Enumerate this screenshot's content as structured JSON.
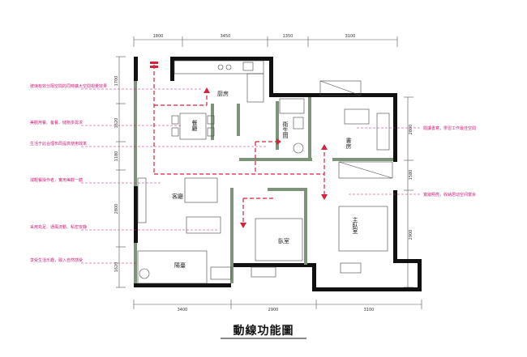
{
  "title": "動線功能圖",
  "dimensions": {
    "top": [
      "1800",
      "3450",
      "1350",
      "3100"
    ],
    "bottom": [
      "3400",
      "2900",
      "3100"
    ],
    "left": [
      "1700",
      "1620",
      "1180",
      "2800",
      "1620"
    ],
    "right": [
      "2800",
      "1580",
      "2900"
    ]
  },
  "rooms": {
    "kitchen": "厨房",
    "dining": "餐廳",
    "bathroom": "衛生間",
    "study": "書房",
    "living": "客廳",
    "master_bedroom": "主臥室",
    "bedroom": "臥室",
    "balcony": "陽臺"
  },
  "notes_left": [
    "玻璃有效分隔空間的同時擴大空間視覺效果",
    "美觀用餐、备餐、储物多需求",
    "生活于此合理布局提高使用效率",
    "減輕餐操作者，實用美觀一體",
    "采用充足、通風流動、私密安静",
    "享受生活乐趣，融入自然感受"
  ],
  "notes_right": [
    "閱讀書寫，學習工作最佳空間",
    "寬敞明亮，收納居动空间富余"
  ],
  "colors": {
    "wall": "#111111",
    "partition": "#7d947b",
    "flow": "#d8213a",
    "note": "#cc1e7a"
  }
}
